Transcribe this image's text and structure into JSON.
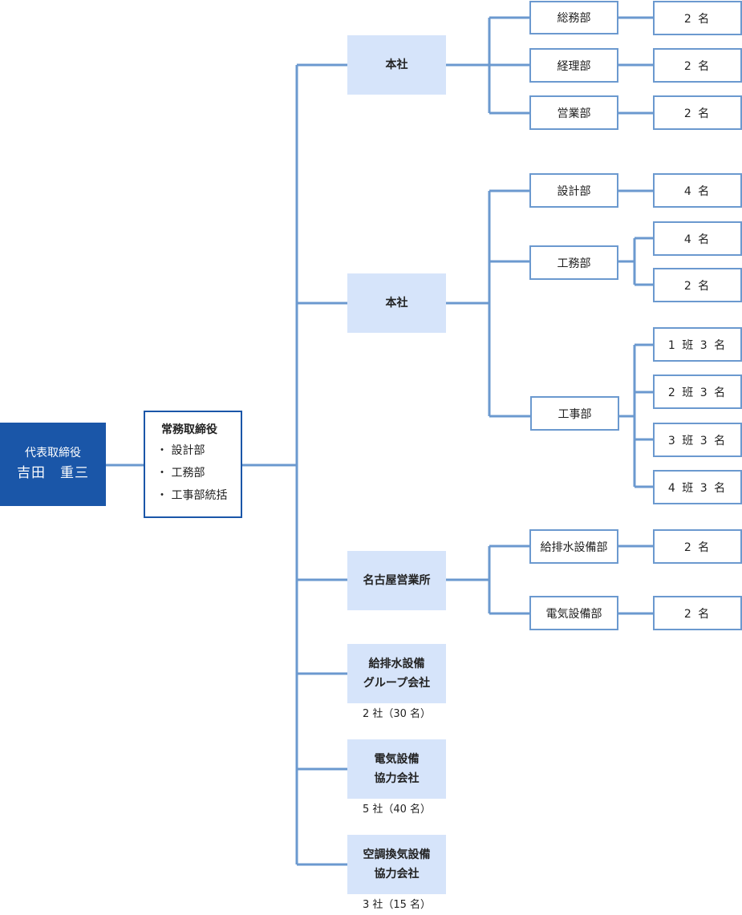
{
  "ceo": {
    "role": "代表取締役",
    "name": "吉田　重三"
  },
  "executive": {
    "title": "常務取締役",
    "items": [
      "・ 設計部",
      "・ 工務部",
      "・ 工事部統括"
    ]
  },
  "offices": {
    "honsha_1": {
      "label": "本社",
      "departments": [
        {
          "name": "総務部",
          "count": "2 名"
        },
        {
          "name": "経理部",
          "count": "2 名"
        },
        {
          "name": "営業部",
          "count": "2 名"
        }
      ]
    },
    "honsha_2": {
      "label": "本社",
      "sekkei": {
        "name": "設計部",
        "count": "4 名"
      },
      "koumu": {
        "name": "工務部",
        "counts": [
          "4 名",
          "2 名"
        ]
      },
      "kouji": {
        "name": "工事部",
        "teams": [
          "1 班 3 名",
          "2 班 3 名",
          "3 班 3 名",
          "4 班 3 名"
        ]
      }
    },
    "nagoya": {
      "label": "名古屋営業所",
      "departments": [
        {
          "name": "給排水設備部",
          "count": "2 名"
        },
        {
          "name": "電気設備部",
          "count": "2 名"
        }
      ]
    }
  },
  "partners": [
    {
      "line1": "給排水設備",
      "line2": "グループ会社",
      "note": "2 社（30 名）"
    },
    {
      "line1": "電気設備",
      "line2": "協力会社",
      "note": "5 社（40 名）"
    },
    {
      "line1": "空調換気設備",
      "line2": "協力会社",
      "note": "3 社（15 名）"
    }
  ],
  "colors": {
    "ceo_fill": "#1a56a8",
    "node_fill": "#d6e4fa",
    "line": "#6b99cf"
  }
}
